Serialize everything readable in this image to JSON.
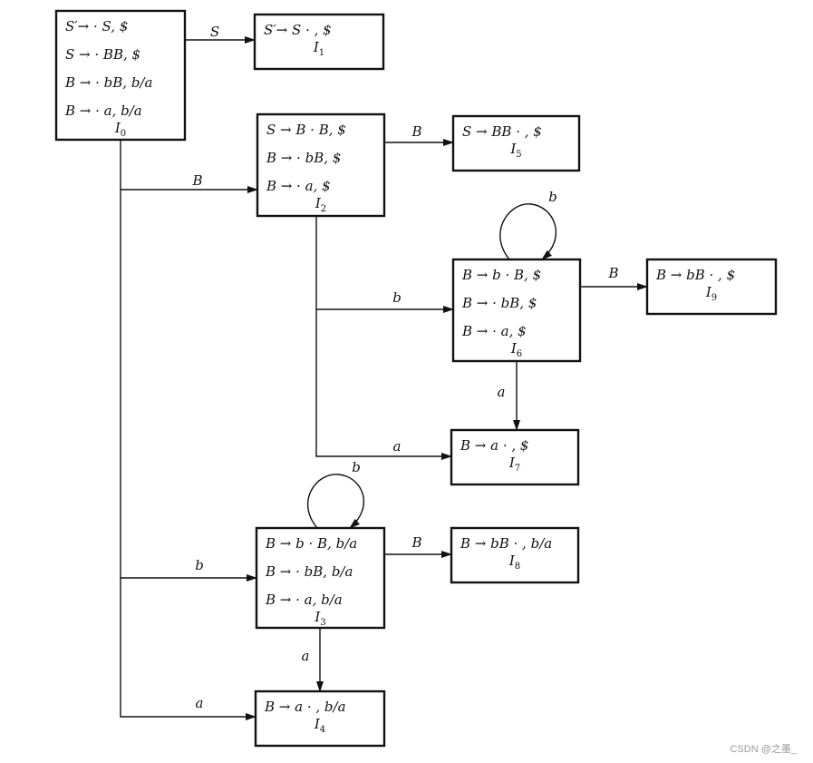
{
  "states": [
    {
      "id": "I0",
      "label": "I",
      "sub": "0",
      "items": [
        "S′→ · S, $",
        "S → · BB, $",
        "B → · bB, b/a",
        "B → · a, b/a"
      ]
    },
    {
      "id": "I1",
      "label": "I",
      "sub": "1",
      "items": [
        "S′→ S · , $"
      ]
    },
    {
      "id": "I2",
      "label": "I",
      "sub": "2",
      "items": [
        "S → B · B, $",
        "B → · bB, $",
        "B → · a, $"
      ]
    },
    {
      "id": "I3",
      "label": "I",
      "sub": "3",
      "items": [
        "B → b · B, b/a",
        "B → · bB, b/a",
        "B → · a, b/a"
      ]
    },
    {
      "id": "I4",
      "label": "I",
      "sub": "4",
      "items": [
        "B → a · , b/a"
      ]
    },
    {
      "id": "I5",
      "label": "I",
      "sub": "5",
      "items": [
        "S → BB · , $"
      ]
    },
    {
      "id": "I6",
      "label": "I",
      "sub": "6",
      "items": [
        "B → b · B, $",
        "B → · bB, $",
        "B → · a, $"
      ]
    },
    {
      "id": "I7",
      "label": "I",
      "sub": "7",
      "items": [
        "B → a · , $"
      ]
    },
    {
      "id": "I8",
      "label": "I",
      "sub": "8",
      "items": [
        "B → bB · , b/a"
      ]
    },
    {
      "id": "I9",
      "label": "I",
      "sub": "9",
      "items": [
        "B → bB · , $"
      ]
    }
  ],
  "transitions": [
    {
      "from": "I0",
      "to": "I1",
      "symbol": "S"
    },
    {
      "from": "I0",
      "to": "I2",
      "symbol": "B"
    },
    {
      "from": "I0",
      "to": "I3",
      "symbol": "b"
    },
    {
      "from": "I0",
      "to": "I4",
      "symbol": "a"
    },
    {
      "from": "I2",
      "to": "I5",
      "symbol": "B"
    },
    {
      "from": "I2",
      "to": "I6",
      "symbol": "b"
    },
    {
      "from": "I2",
      "to": "I7",
      "symbol": "a"
    },
    {
      "from": "I6",
      "to": "I6",
      "symbol": "b"
    },
    {
      "from": "I6",
      "to": "I9",
      "symbol": "B"
    },
    {
      "from": "I6",
      "to": "I7",
      "symbol": "a"
    },
    {
      "from": "I3",
      "to": "I3",
      "symbol": "b"
    },
    {
      "from": "I3",
      "to": "I8",
      "symbol": "B"
    },
    {
      "from": "I3",
      "to": "I4",
      "symbol": "a"
    }
  ],
  "watermark": "CSDN @之墨_"
}
